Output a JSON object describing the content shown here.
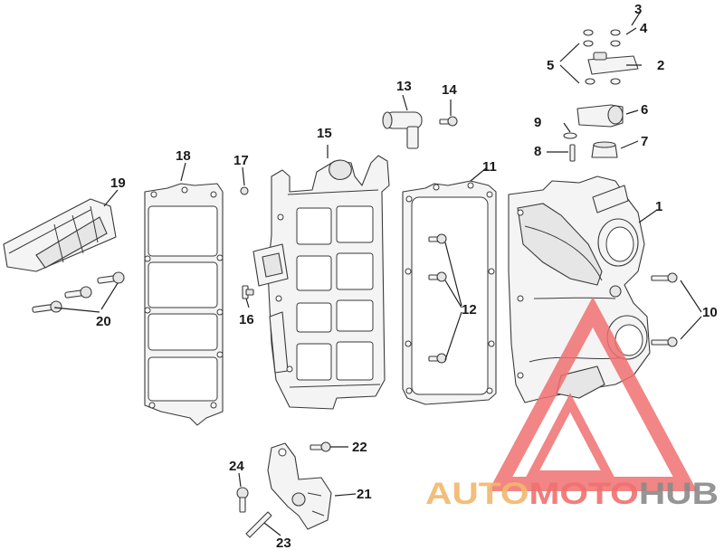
{
  "callouts": {
    "c1": "1",
    "c2": "2",
    "c3": "3",
    "c4": "4",
    "c5": "5",
    "c6": "6",
    "c7": "7",
    "c8": "8",
    "c9": "9",
    "c10": "10",
    "c11": "11",
    "c12": "12",
    "c13": "13",
    "c14": "14",
    "c15": "15",
    "c16": "16",
    "c17": "17",
    "c18": "18",
    "c19": "19",
    "c20": "20",
    "c21": "21",
    "c22": "22",
    "c23": "23",
    "c24": "24"
  },
  "watermark": {
    "part1": "AUTO",
    "part2": "MOTO",
    "part3": "HUB",
    "color_primary": "#f07070",
    "color_secondary": "#f2b86b",
    "color_tertiary": "#8a8a8a"
  }
}
